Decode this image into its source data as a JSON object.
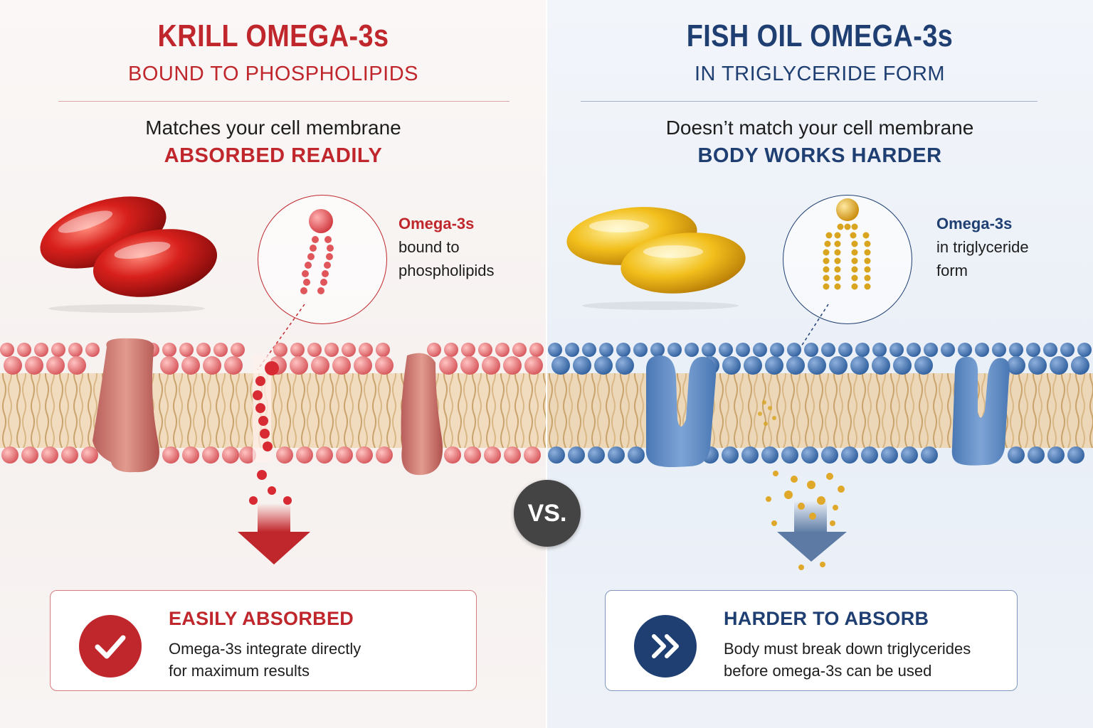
{
  "krill": {
    "title": "KRILL OMEGA-3s",
    "subtitle": "BOUND TO PHOSPHOLIPIDS",
    "tagline": "Matches your cell membrane",
    "tagline_emphasis": "ABSORBED READILY",
    "molecule_label_bold": "Omega-3s",
    "molecule_label_line2": "bound to",
    "molecule_label_line3": "phospholipids",
    "result_title": "EASILY ABSORBED",
    "result_line1": "Omega-3s integrate directly",
    "result_line2": "for maximum results",
    "result_icon": "check-icon",
    "accent_color": "#c0272d"
  },
  "fish_oil": {
    "title": "FISH OIL OMEGA-3s",
    "subtitle": "IN TRIGLYCERIDE FORM",
    "tagline": "Doesn’t match your cell membrane",
    "tagline_emphasis": "BODY WORKS HARDER",
    "molecule_label_bold": "Omega-3s",
    "molecule_label_line2": "in triglyceride",
    "molecule_label_line3": "form",
    "result_title": "HARDER TO ABSORB",
    "result_line1": "Body must break down triglycerides",
    "result_line2": "before omega-3s can be used",
    "result_icon": "double-chevron-right-icon",
    "accent_color": "#1f3f73"
  },
  "versus": "VS."
}
